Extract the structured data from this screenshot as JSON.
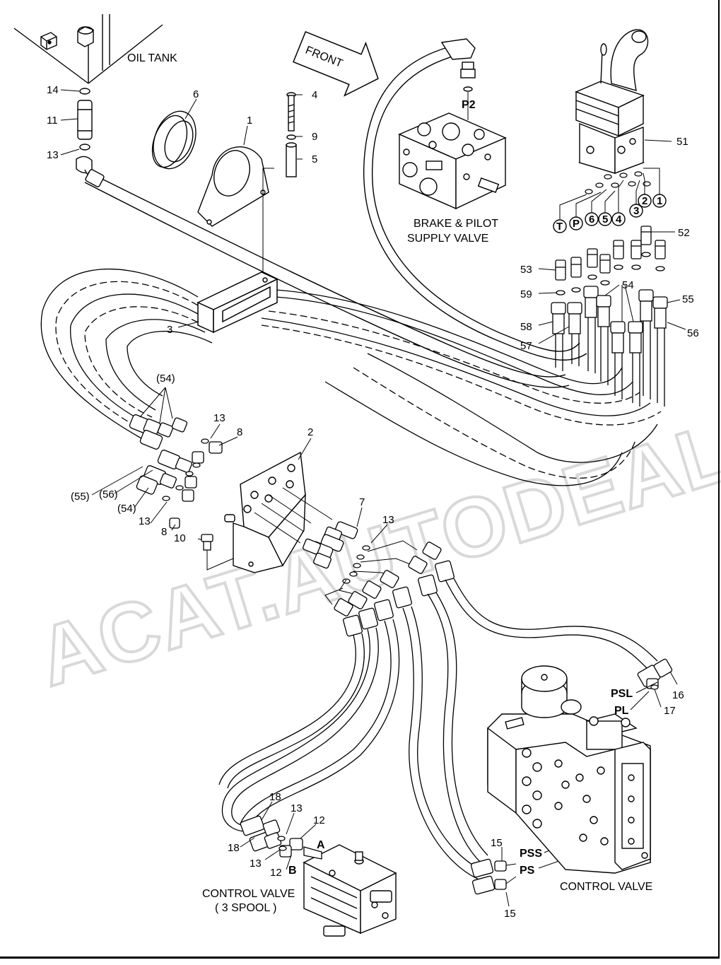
{
  "titles": {
    "oil_tank": "OIL TANK",
    "front": "FRONT",
    "brake_valve_line1": "BRAKE & PILOT",
    "brake_valve_line2": "SUPPLY VALVE",
    "control_valve_3spool_line1": "CONTROL VALVE",
    "control_valve_3spool_line2": "( 3 SPOOL )",
    "control_valve": "CONTROL VALVE"
  },
  "port_labels": {
    "p2": "P2",
    "psl": "PSL",
    "pl": "PL",
    "pss": "PSS",
    "ps": "PS",
    "a": "A",
    "b": "B"
  },
  "circled_ports": [
    "T",
    "P",
    "6",
    "5",
    "4",
    "3",
    "2",
    "1"
  ],
  "watermark": "ACAT.AUTODEALER.RU",
  "part_numbers": {
    "n14": "14",
    "n11": "11",
    "n13a": "13",
    "n6": "6",
    "n1": "1",
    "n4": "4",
    "n9": "9",
    "n5": "5",
    "n3": "3",
    "n51": "51",
    "n52": "52",
    "n53": "53",
    "n59": "59",
    "n58": "58",
    "n57": "57",
    "n54": "54",
    "n55": "55",
    "n56": "56",
    "n54p": "(54)",
    "n13b": "13",
    "n8a": "8",
    "n2": "2",
    "n55p": "(55)",
    "n56p": "(56)",
    "n54p2": "(54)",
    "n13c": "13",
    "n8b": "8",
    "n10": "10",
    "n7": "7",
    "n13d": "13",
    "n16": "16",
    "n17": "17",
    "n18a": "18",
    "n13e": "13",
    "n12a": "12",
    "n18b": "18",
    "n13f": "13",
    "n12b": "12",
    "n15a": "15",
    "n15b": "15"
  }
}
